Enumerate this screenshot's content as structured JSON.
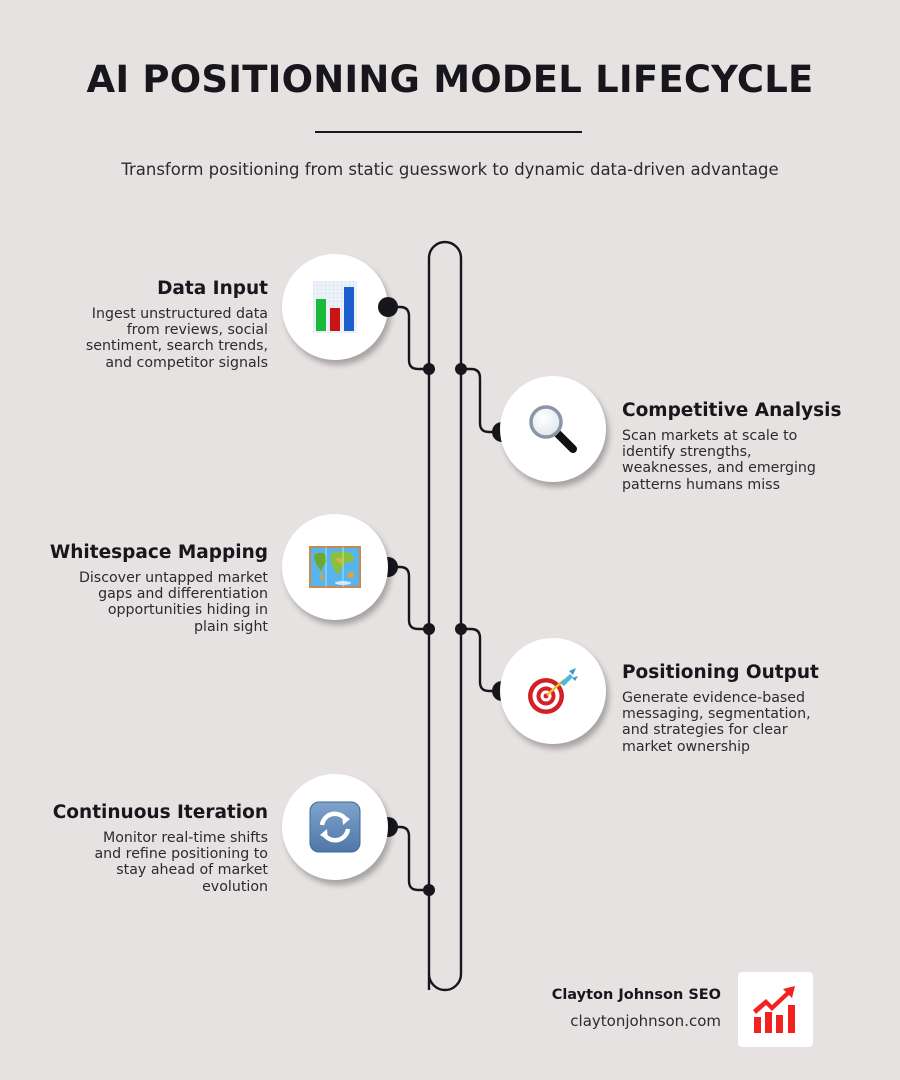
{
  "header": {
    "title": "AI POSITIONING MODEL LIFECYCLE",
    "subtitle": "Transform positioning from static guesswork to dynamic data-driven advantage"
  },
  "steps": [
    {
      "title": "Data Input",
      "description": "Ingest unstructured data\nfrom reviews, social\nsentiment, search trends,\nand competitor signals",
      "icon": "bar-chart-icon",
      "side": "left"
    },
    {
      "title": "Competitive Analysis",
      "description": "Scan markets at scale to\nidentify strengths,\nweaknesses, and emerging\npatterns humans miss",
      "icon": "magnifying-glass-icon",
      "side": "right"
    },
    {
      "title": "Whitespace Mapping",
      "description": "Discover untapped market\ngaps and differentiation\nopportunities hiding in\nplain sight",
      "icon": "world-map-icon",
      "side": "left"
    },
    {
      "title": "Positioning Output",
      "description": "Generate evidence-based\nmessaging, segmentation,\nand strategies for clear\nmarket ownership",
      "icon": "target-dart-icon",
      "side": "right"
    },
    {
      "title": "Continuous Iteration",
      "description": "Monitor real-time shifts\nand refine positioning to\nstay ahead of market\nevolution",
      "icon": "refresh-arrows-icon",
      "side": "left"
    }
  ],
  "footer": {
    "brand_name": "Clayton Johnson SEO",
    "brand_url": "claytonjohnson.com",
    "logo_icon": "growth-chart-icon"
  },
  "colors": {
    "background": "#e6e2e1",
    "ink": "#16161c",
    "logo_red": "#f42121"
  }
}
